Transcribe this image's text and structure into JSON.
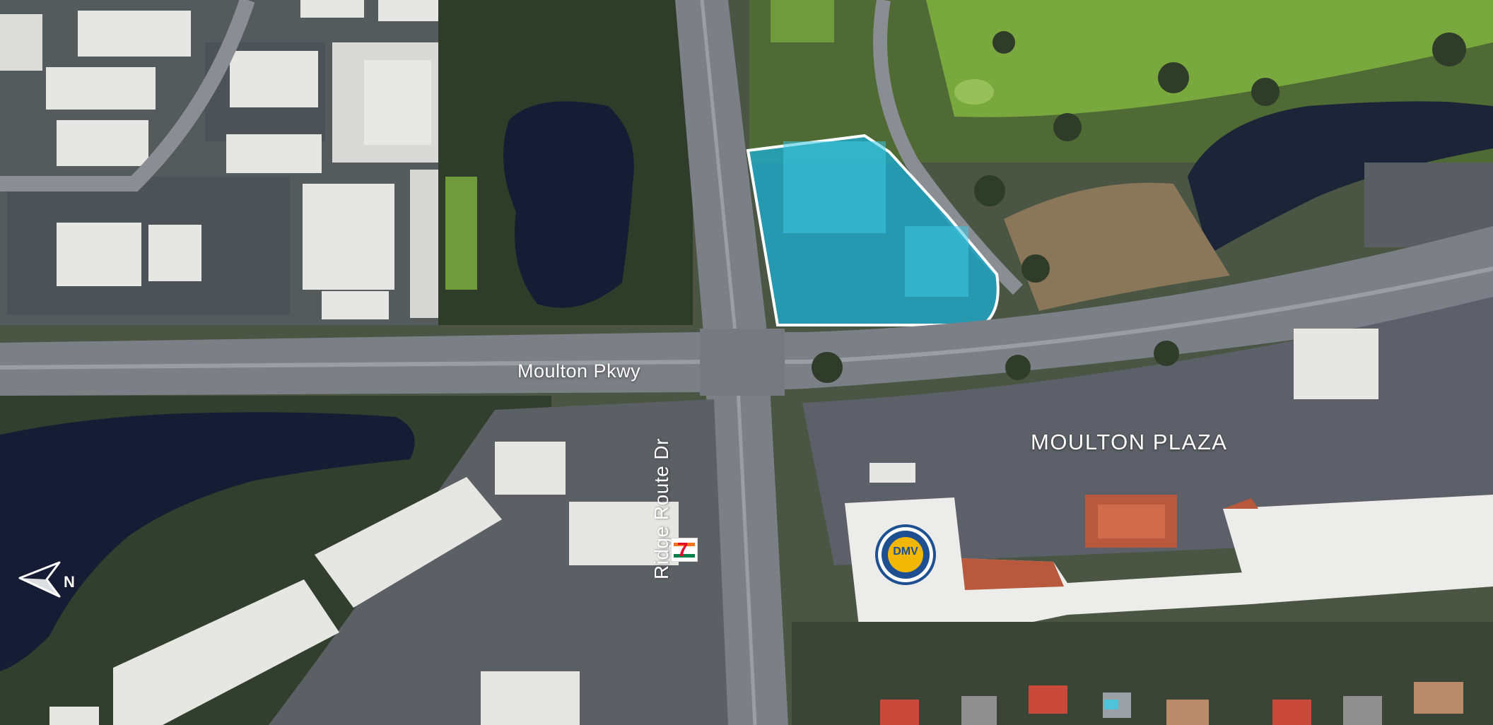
{
  "labels": {
    "road_horizontal": "Moulton Pkwy",
    "road_vertical": "Ridge Route Dr",
    "plaza": "MOULTON PLAZA",
    "compass_letter": "N"
  },
  "icons": {
    "compass": "north-arrow-icon",
    "store": "seven-eleven-logo",
    "agency": "dmv-logo"
  },
  "logo_text": {
    "seven_eleven": "7",
    "dmv": "DMV"
  },
  "colors": {
    "highlight_fill": "#1fa8c9",
    "highlight_stroke": "#ffffff",
    "water": "#151c33",
    "road": "#7c7f86",
    "grass": "#6f9b3d",
    "roof": "#e8e8e6",
    "parking": "#5d6068",
    "tree": "#2f3c2a",
    "red_roof": "#b8583c"
  }
}
